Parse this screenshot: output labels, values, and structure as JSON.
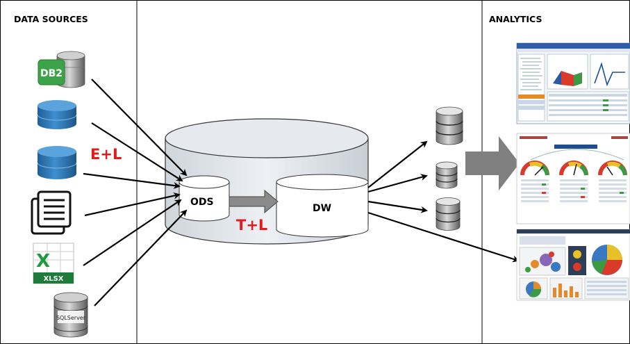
{
  "panels": {
    "left_title": "DATA SOURCES",
    "right_title": "ANALYTICS"
  },
  "labels": {
    "extract_load": "E+L",
    "transform_load": "T+L",
    "ods": "ODS",
    "dw": "DW"
  },
  "sources": {
    "db2_text": "DB2",
    "excel_letter": "X",
    "excel_ext": "XLSX",
    "sqlserver_text": "SQLServer"
  },
  "colors": {
    "red": "#e31b1b",
    "db_blue": "#2d7ab8",
    "excel_green": "#1e7b3c",
    "arrow_grey": "#8a8a8a",
    "cylinder_fill": "#e3e7ec"
  }
}
